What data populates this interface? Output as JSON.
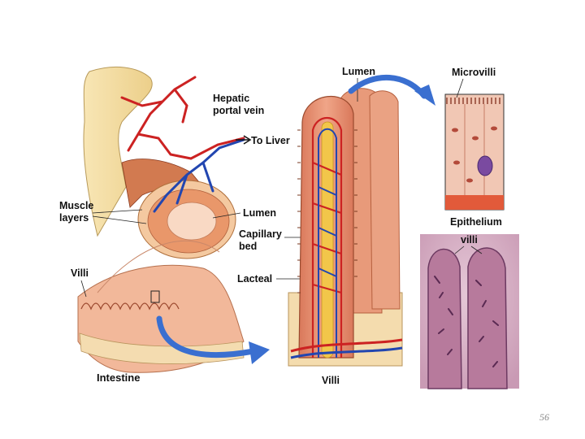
{
  "labels": {
    "hepatic_portal_vein": [
      "Hepatic",
      "portal vein"
    ],
    "to_liver": "To Liver",
    "muscle_layers": [
      "Muscle",
      "layers"
    ],
    "lumen_left": "Lumen",
    "capillary_bed": [
      "Capillary",
      "bed"
    ],
    "lacteal": "Lacteal",
    "villi_left": "Villi",
    "intestine": "Intestine",
    "lumen_top": "Lumen",
    "villi_bottom": "Villi",
    "microvilli": "Microvilli",
    "epithelium": "Epithelium",
    "villi_micrograph": "villi"
  },
  "page_number": "56",
  "colors": {
    "intestine_outer": "#f6dfa4",
    "muscle": "#e08a5c",
    "villus": "#e58e6e",
    "artery": "#cc2222",
    "vein": "#2246b0",
    "lacteal": "#f2c64a",
    "arrow": "#3a6fd0",
    "micrograph_bg": "#d9b6c8"
  }
}
